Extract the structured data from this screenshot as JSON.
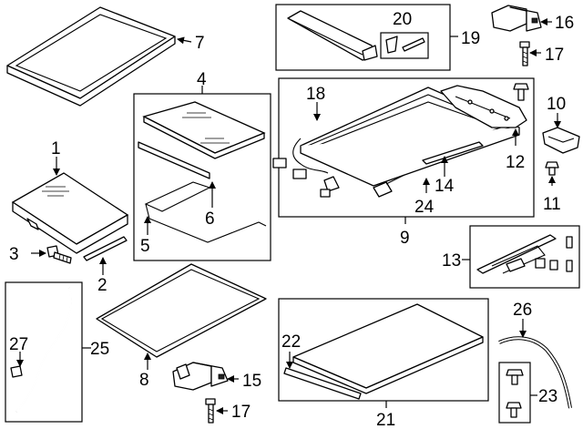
{
  "callouts": {
    "c1": "1",
    "c2": "2",
    "c3": "3",
    "c4": "4",
    "c5": "5",
    "c6": "6",
    "c7": "7",
    "c8": "8",
    "c9": "9",
    "c10": "10",
    "c11": "11",
    "c12": "12",
    "c13": "13",
    "c14": "14",
    "c15": "15",
    "c16": "16",
    "c17a": "17",
    "c17b": "17",
    "c18": "18",
    "c19": "19",
    "c20": "20",
    "c21": "21",
    "c22": "22",
    "c23": "23",
    "c24": "24",
    "c25": "25",
    "c26": "26",
    "c27": "27"
  }
}
